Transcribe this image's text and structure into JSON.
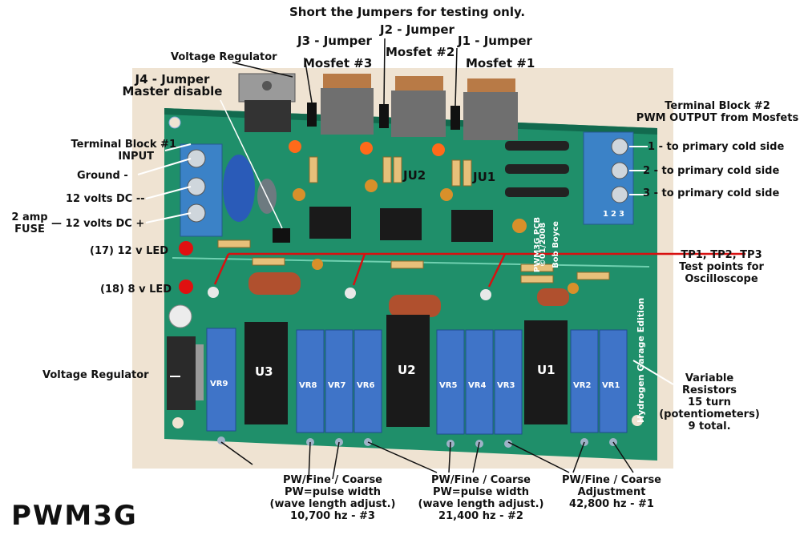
{
  "title": "PWM3G",
  "header_note": "Short the Jumpers for testing only.",
  "top_labels": {
    "voltage_regulator_top": "Voltage Regulator",
    "j3": "J3 - Jumper",
    "j2": "J2 - Jumper",
    "j1": "J1 - Jumper",
    "mosfet3": "Mosfet #3",
    "mosfet2": "Mosfet #2",
    "mosfet1": "Mosfet #1",
    "j4_line1": "J4 - Jumper",
    "j4_line2": "Master disable"
  },
  "left_labels": {
    "tb1_line1": "Terminal Block #1",
    "tb1_line2": "INPUT",
    "ground": "Ground -",
    "v12_minus": "12 volts DC --",
    "v12_plus": "— 12 volts DC +",
    "fuse_line1": "2 amp",
    "fuse_line2": "FUSE",
    "led12": "(17) 12 v LED",
    "led8": "(18) 8 v LED",
    "voltage_regulator_left": "Voltage Regulator"
  },
  "right_labels": {
    "tb2_line1": "Terminal Block #2",
    "tb2_line2": "PWM OUTPUT from Mosfets",
    "out1": "1 - to primary cold side",
    "out2": "2 - to primary cold side",
    "out3": "3 - to primary cold side",
    "tp_line1": "TP1, TP2, TP3",
    "tp_line2": "Test points for",
    "tp_line3": "Oscilloscope",
    "vr_line1": "Variable",
    "vr_line2": "Resistors",
    "vr_line3": "15 turn",
    "vr_line4": "(potentiometers)",
    "vr_line5": "9 total."
  },
  "bottom_labels": {
    "g3": [
      "PW/Fine / Coarse",
      "PW=pulse width",
      "(wave length adjust.)",
      "10,700 hz - #3"
    ],
    "g2": [
      "PW/Fine / Coarse",
      "PW=pulse width",
      "(wave length adjust.)",
      "21,400 hz - #2"
    ],
    "g1": [
      "PW/Fine / Coarse",
      "Adjustment",
      "42,800 hz - #1"
    ]
  },
  "board": {
    "silk_u3": "U3",
    "silk_u2": "U2",
    "silk_u1": "U1",
    "silk_ju2": "JU2",
    "silk_ju1": "JU1",
    "vr": [
      "VR9",
      "VR8",
      "VR7",
      "VR6",
      "VR5",
      "VR4",
      "VR3",
      "VR2",
      "VR1"
    ],
    "edition": "Hydrogen Garage Edition",
    "credit_line1": "Bob Boyce",
    "credit_line2": "©01/2008",
    "credit_line3": "PWM3G PCB",
    "tb_numbers": [
      "1",
      "2",
      "3"
    ]
  },
  "colors": {
    "pcb": "#1f8f6a",
    "pcb_dark": "#126a4e",
    "trim_blue": "#3f74c8",
    "terminal_blue": "#3b82c7",
    "ic_black": "#1a1a1a",
    "mosfet": "#7a7a7a",
    "tab_copper": "#b87a46",
    "led_orange": "#ff6a1a",
    "led_red": "#e01010",
    "capacitor_orange": "#d8902a",
    "pointer_red": "#d81010",
    "background_photo": "#efe3d2"
  }
}
